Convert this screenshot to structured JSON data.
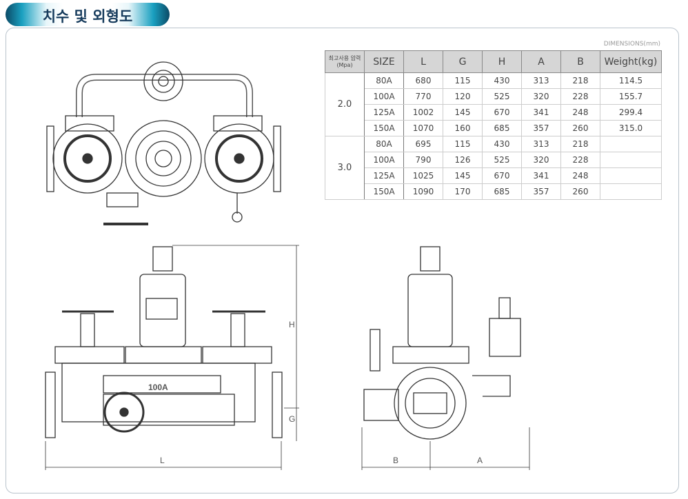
{
  "title": "치수 및 외형도",
  "dimensions_note": "DIMENSIONS(mm)",
  "table": {
    "headers": [
      "최고사용 압력(Mpa)",
      "SIZE",
      "L",
      "G",
      "H",
      "A",
      "B",
      "Weight(kg)"
    ],
    "groups": [
      {
        "pressure": "2.0",
        "rows": [
          [
            "80A",
            "680",
            "115",
            "430",
            "313",
            "218",
            "114.5"
          ],
          [
            "100A",
            "770",
            "120",
            "525",
            "320",
            "228",
            "155.7"
          ],
          [
            "125A",
            "1002",
            "145",
            "670",
            "341",
            "248",
            "299.4"
          ],
          [
            "150A",
            "1070",
            "160",
            "685",
            "357",
            "260",
            "315.0"
          ]
        ]
      },
      {
        "pressure": "3.0",
        "rows": [
          [
            "80A",
            "695",
            "115",
            "430",
            "313",
            "218",
            ""
          ],
          [
            "100A",
            "790",
            "126",
            "525",
            "320",
            "228",
            ""
          ],
          [
            "125A",
            "1025",
            "145",
            "670",
            "341",
            "248",
            ""
          ],
          [
            "150A",
            "1090",
            "170",
            "685",
            "357",
            "260",
            ""
          ]
        ]
      }
    ]
  },
  "drawing": {
    "body_label": "100A",
    "dim_L": "L",
    "dim_G": "G",
    "dim_H": "H",
    "dim_A": "A",
    "dim_B": "B"
  }
}
